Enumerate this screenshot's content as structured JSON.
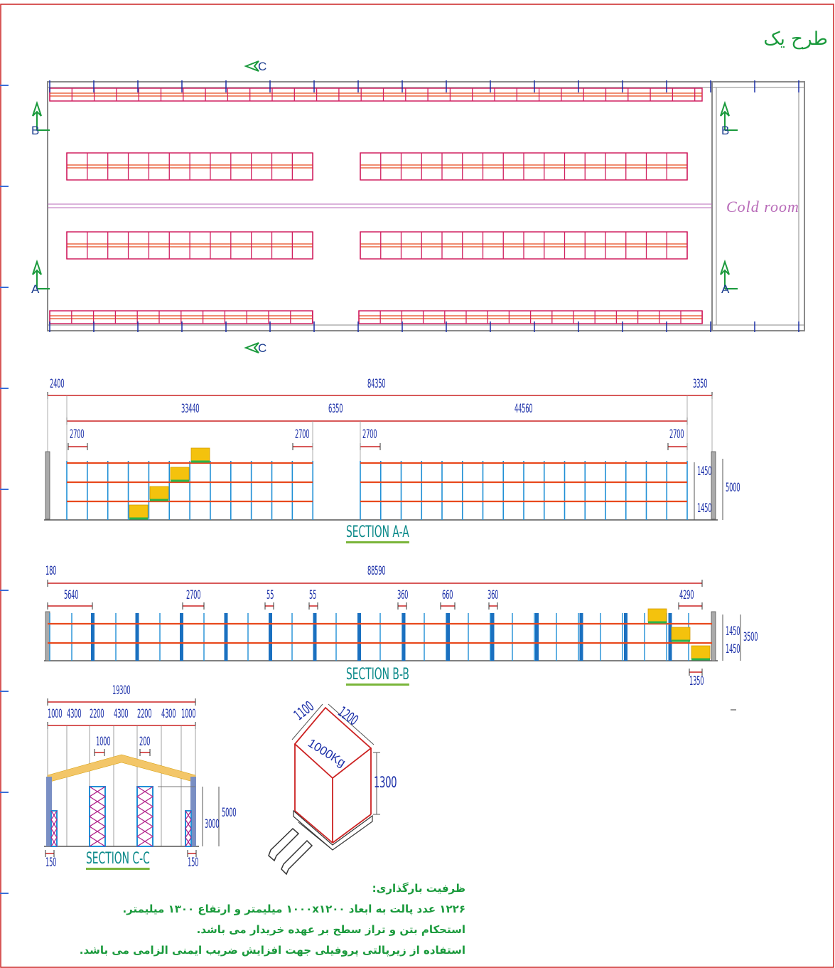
{
  "title": "طرح یک",
  "plan": {
    "cold_room": "Cold room",
    "markers": {
      "a": "A",
      "b": "B",
      "c": "C"
    }
  },
  "section_aa": {
    "label": "SECTION A-A",
    "dims": {
      "left": "2400",
      "total": "84350",
      "right": "3350",
      "seg1": "33440",
      "gap": "6350",
      "seg2": "44560",
      "bay1": "2700",
      "bay2": "2700",
      "bay3": "2700",
      "bay4": "2700",
      "level_top": "1450",
      "level_bottom": "1450",
      "height": "5000"
    }
  },
  "section_bb": {
    "label": "SECTION B-B",
    "dims": {
      "left": "180",
      "total": "88590",
      "first": "5640",
      "bay": "2700",
      "gap1": "55",
      "gap2": "55",
      "c1": "360",
      "c2": "660",
      "c3": "360",
      "end": "4290",
      "level1": "1450",
      "level2": "1450",
      "height": "3500",
      "last": "1350"
    }
  },
  "section_cc": {
    "label": "SECTION C-C",
    "dims": {
      "total": "19300",
      "parts": [
        "1000",
        "4300",
        "2200",
        "4300",
        "2200",
        "4300",
        "1000"
      ],
      "inner_a": "1000",
      "inner_b": "200",
      "h_side": "3000",
      "h_total": "5000",
      "foot_left": "150",
      "foot_right": "150"
    }
  },
  "pallet": {
    "width": "1100",
    "depth": "1200",
    "height": "1300",
    "load": "1000Kg"
  },
  "notes": {
    "heading": "ظرفیت بارگذاری:",
    "line1": "۱۲۲۶ عدد پالت به ابعاد ۱۰۰۰x۱۲۰۰ میلیمتر و ارتفاع ۱۳۰۰ میلیمتر.",
    "line2": "استحکام بتن و تراز سطح بر عهده خریدار می باشد.",
    "line3": "استفاده از زیرپالتی پروفیلی جهت افزایش ضریب ایمنی الزامی می باشد."
  },
  "colors": {
    "frame": "#1b2fa8",
    "beam": "#e8491d",
    "upright": "#1f8fd6",
    "border": "#cc2222",
    "pallet": "#f4c20d",
    "text_green": "#1a9a3c"
  }
}
